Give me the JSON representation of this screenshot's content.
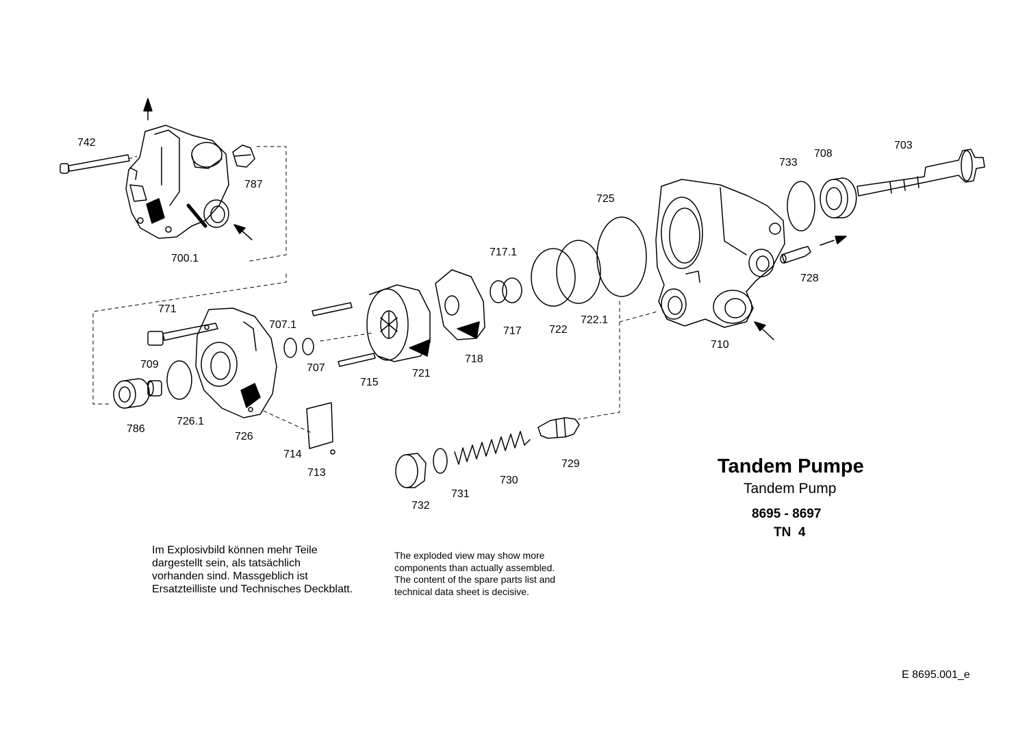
{
  "title": {
    "german": "Tandem Pumpe",
    "english": "Tandem Pump",
    "models": "8695 - 8697",
    "tn": "TN  4"
  },
  "notes": {
    "german": [
      "Im Explosivbild können mehr Teile",
      "dargestellt sein, als tatsächlich",
      "vorhanden sind. Massgeblich ist",
      "Ersatzteilliste und Technisches Deckblatt."
    ],
    "english": [
      "The exploded view may show more",
      "components than actually assembled.",
      "The content of the spare parts list and",
      "technical data sheet is decisive."
    ]
  },
  "doc_number": "E  8695.001_e",
  "part_labels": {
    "p742": "742",
    "p787": "787",
    "p700_1": "700.1",
    "p771": "771",
    "p709": "709",
    "p786": "786",
    "p726_1": "726.1",
    "p726": "726",
    "p707_1": "707.1",
    "p707": "707",
    "p714": "714",
    "p713": "713",
    "p715": "715",
    "p721": "721",
    "p718": "718",
    "p717_1": "717.1",
    "p717": "717",
    "p722": "722",
    "p722_1": "722.1",
    "p725": "725",
    "p733": "733",
    "p708": "708",
    "p703": "703",
    "p728": "728",
    "p710": "710",
    "p732": "732",
    "p731": "731",
    "p730": "730",
    "p729": "729"
  }
}
